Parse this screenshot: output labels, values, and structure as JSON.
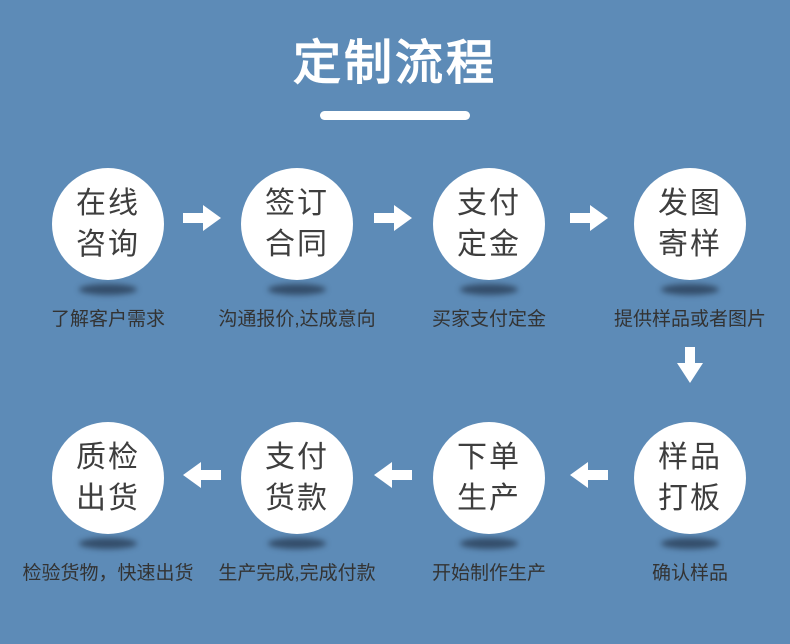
{
  "title": {
    "text": "定制流程"
  },
  "colors": {
    "background": "#5d8bb7",
    "title_text": "#ffffff",
    "underline": "#ffffff",
    "circle_fill": "#ffffff",
    "circle_text": "#3e3e3e",
    "caption_text": "#333333",
    "arrow_fill": "#ffffff",
    "shadow": "rgba(18,28,44,0.55)"
  },
  "icons": {
    "arrow_right": "block-arrow-right",
    "arrow_left": "block-arrow-left",
    "arrow_down": "block-arrow-down"
  },
  "steps": [
    {
      "line1": "在线",
      "line2": "咨询",
      "caption": "了解客户需求"
    },
    {
      "line1": "签订",
      "line2": "合同",
      "caption": "沟通报价,达成意向"
    },
    {
      "line1": "支付",
      "line2": "定金",
      "caption": "买家支付定金"
    },
    {
      "line1": "发图",
      "line2": "寄样",
      "caption": "提供样品或者图片"
    },
    {
      "line1": "样品",
      "line2": "打板",
      "caption": "确认样品"
    },
    {
      "line1": "下单",
      "line2": "生产",
      "caption": "开始制作生产"
    },
    {
      "line1": "支付",
      "line2": "货款",
      "caption": "生产完成,完成付款"
    },
    {
      "line1": "质检",
      "line2": "出货",
      "caption": "检验货物，快速出货"
    }
  ]
}
